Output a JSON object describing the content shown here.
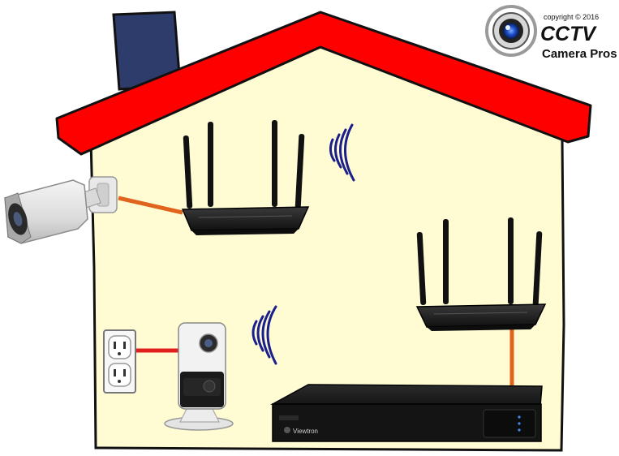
{
  "logo": {
    "copyright": "copyright © 2016",
    "brand_line1": "CCTV",
    "brand_line2": "Camera Pros"
  },
  "nvr": {
    "brand_label": "Viewtron"
  },
  "colors": {
    "roof": "#ff0000",
    "wall": "#fffcd4",
    "chimney": "#2e3c6b",
    "cable_orange": "#e0641e",
    "cable_red": "#e0201e",
    "wifi_waves": "#1a1f8c",
    "device_dark": "#1c1c1c"
  },
  "icons": {
    "bullet_camera": "bullet-camera-icon",
    "router": "wifi-router-icon",
    "cube_camera": "wifi-cube-camera-icon",
    "outlet": "power-outlet-icon",
    "nvr": "nvr-recorder-icon",
    "wifi": "wifi-signal-icon"
  }
}
